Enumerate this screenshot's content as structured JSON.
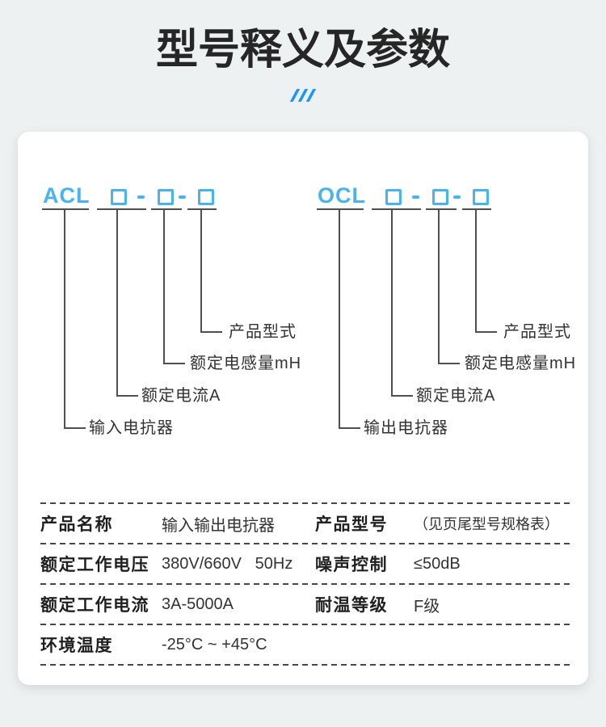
{
  "header": {
    "title": "型号释义及参数",
    "decoration": "///"
  },
  "colors": {
    "accent_blue": "#47b3f1",
    "slash_blue": "#1e97f0",
    "line_gray": "#4f4f4f",
    "title_dark": "#262626",
    "page_background": "#eef1f2",
    "card_background": "#ffffff"
  },
  "models": [
    {
      "code": "ACL",
      "digit_placeholder_count": 3,
      "branches": {
        "product_type": "产品型式",
        "rated_inductance": "额定电感量mH",
        "rated_current": "额定电流A",
        "reactor_type": "输入电抗器"
      }
    },
    {
      "code": "OCL",
      "digit_placeholder_count": 3,
      "branches": {
        "product_type": "产品型式",
        "rated_inductance": "额定电感量mH",
        "rated_current": "额定电流A",
        "reactor_type": "输出电抗器"
      }
    }
  ],
  "spec_table": {
    "rows": [
      {
        "label1": "产品名称",
        "value1": "输入输出电抗器",
        "label2": "产品型号",
        "value2": "（见页尾型号规格表）"
      },
      {
        "label1": "额定工作电压",
        "value1": "380V/660V   50Hz",
        "label2": "噪声控制",
        "value2": "≤50dB"
      },
      {
        "label1": "额定工作电流",
        "value1": "3A-5000A",
        "label2": "耐温等级",
        "value2": "F级"
      },
      {
        "label1": "环境温度",
        "value1": "-25°C ~ +45°C",
        "label2": "",
        "value2": ""
      }
    ]
  }
}
